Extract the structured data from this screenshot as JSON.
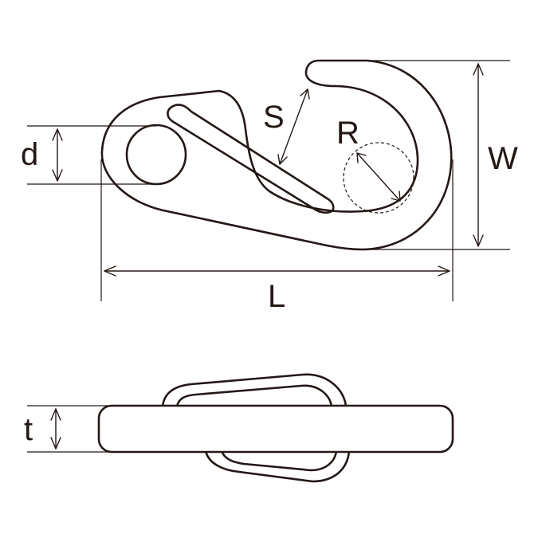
{
  "diagram": {
    "colors": {
      "line": "#231815",
      "background": "#ffffff"
    },
    "labels": {
      "d": "d",
      "s": "S",
      "r": "R",
      "w": "W",
      "l": "L",
      "t": "t"
    }
  }
}
